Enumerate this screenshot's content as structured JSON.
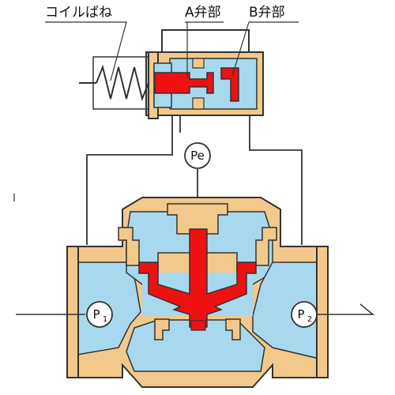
{
  "labels": {
    "coil_spring": "コイルばね",
    "valve_a": "A弁部",
    "valve_b": "B弁部"
  },
  "gauges": {
    "pe": "Pe",
    "p1_main": "P",
    "p1_sub": "1",
    "p2_main": "P",
    "p2_sub": "2"
  },
  "colors": {
    "fluid": "#a8d8ee",
    "body": "#f2c98b",
    "moving_part": "#ee1111",
    "outline": "#333333"
  }
}
